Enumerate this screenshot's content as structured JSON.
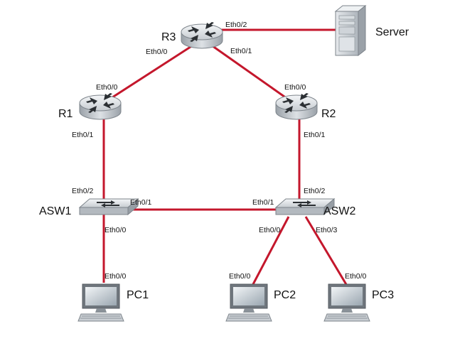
{
  "devices": {
    "r3": {
      "name": "R3",
      "type": "router"
    },
    "server": {
      "name": "Server",
      "type": "server"
    },
    "r1": {
      "name": "R1",
      "type": "router"
    },
    "r2": {
      "name": "R2",
      "type": "router"
    },
    "asw1": {
      "name": "ASW1",
      "type": "switch"
    },
    "asw2": {
      "name": "ASW2",
      "type": "switch"
    },
    "pc1": {
      "name": "PC1",
      "type": "pc"
    },
    "pc2": {
      "name": "PC2",
      "type": "pc"
    },
    "pc3": {
      "name": "PC3",
      "type": "pc"
    }
  },
  "links": [
    {
      "from": "R3",
      "from_port": "Eth0/2",
      "to": "Server",
      "to_port": ""
    },
    {
      "from": "R3",
      "from_port": "Eth0/0",
      "to": "R1",
      "to_port": "Eth0/0"
    },
    {
      "from": "R3",
      "from_port": "Eth0/1",
      "to": "R2",
      "to_port": "Eth0/0"
    },
    {
      "from": "R1",
      "from_port": "Eth0/1",
      "to": "ASW1",
      "to_port": "Eth0/2"
    },
    {
      "from": "R2",
      "from_port": "Eth0/1",
      "to": "ASW2",
      "to_port": "Eth0/2"
    },
    {
      "from": "ASW1",
      "from_port": "Eth0/1",
      "to": "ASW2",
      "to_port": "Eth0/1"
    },
    {
      "from": "ASW1",
      "from_port": "Eth0/0",
      "to": "PC1",
      "to_port": "Eth0/0"
    },
    {
      "from": "ASW2",
      "from_port": "Eth0/0",
      "to": "PC2",
      "to_port": "Eth0/0"
    },
    {
      "from": "ASW2",
      "from_port": "Eth0/3",
      "to": "PC3",
      "to_port": "Eth0/0"
    }
  ],
  "colors": {
    "link": "#c4172c",
    "device_body": "#c9ced3",
    "device_top": "#e9ecef",
    "device_outline": "#8d949b",
    "arrow": "#2b2f33",
    "screen": "#cfd8df"
  }
}
